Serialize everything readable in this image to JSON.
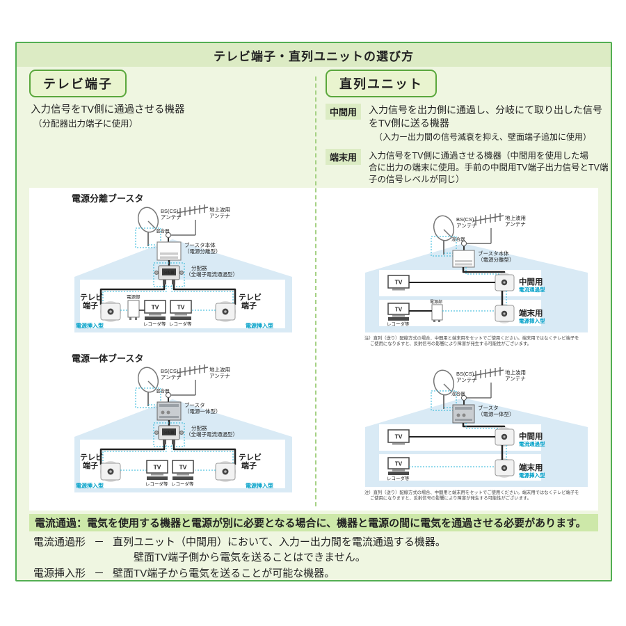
{
  "title": "テレビ端子・直列ユニットの選び方",
  "tv_terminal": {
    "header": "テレビ端子",
    "desc": "入力信号をTV側に通過させる機器",
    "desc_sub": "（分配器出力端子に使用）"
  },
  "series_unit": {
    "header": "直列ユニット",
    "mid": {
      "label": "中間用",
      "line1": "入力信号を出力側に通過し、分岐にて取り出した信号",
      "line2": "をTV側に送る機器",
      "line3": "（入力ー出力間の信号減衰を抑え、壁面端子追加に使用）"
    },
    "end": {
      "label": "端末用",
      "line1": "入力信号をTV側に通過させる機器（中間用を使用した場",
      "line2": "合に出力の端末に使用。手前の中間用TV端子出力信号とTV端",
      "line3": "子の信号レベルが同じ）"
    }
  },
  "diagram_titles": {
    "separate": "電源分離ブースタ",
    "integrated": "電源一体ブースタ"
  },
  "labels": {
    "bs1": "BS(CS)",
    "bs2": "アンテナ",
    "terr1": "地上波用",
    "terr2": "アンテナ",
    "mixer": "混合器",
    "booster_sep1": "ブースタ本体",
    "booster_sep2": "（電源分離型）",
    "booster_int1": "ブースタ",
    "booster_int2": "（電源一体型）",
    "splitter1": "分配器",
    "splitter2": "（全端子電流通過型）",
    "splitter_device": "分配器",
    "tv": "TV",
    "recorder": "レコーダ等",
    "power_unit": "電源部",
    "tvt1": "テレビ",
    "tvt2": "端子",
    "power_insert": "電源挿入型",
    "current_pass": "電流通過型",
    "mid_use": "中間用",
    "end_use": "端末用",
    "note1": "注）直列（送り）配線方式の場合、中間用と端末用をセットでご使用ください。端末用ではなくテレビ端子を",
    "note2": "ご使用になりますと、反射信号の影響により障害が発生する可能性がございます。"
  },
  "footer": {
    "highlight": "電流通過：電気を使用する機器と電源が別に必要となる場合に、機器と電源の間に電気を通過させる必要があります。",
    "row1_term": "電流通過形",
    "row1_dash": "－",
    "row1_text": "直列ユニット（中間用）において、入力ー出力間を電流通過する機器。",
    "row1_text2": "壁面TV端子側から電気を送ることはできません。",
    "row2_term": "電源挿入形",
    "row2_dash": "－",
    "row2_text": "壁面TV端子から電気を送ることが可能な機器。"
  },
  "colors": {
    "border_green": "#52ae52",
    "accent_blue": "#00a0c8",
    "house_blue": "#d9eaf5",
    "highlight_green": "#cde8a9"
  }
}
